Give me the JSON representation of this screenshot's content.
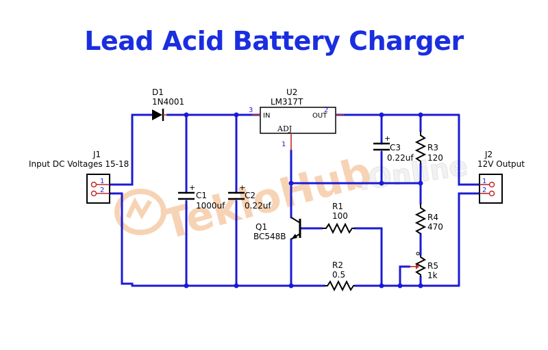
{
  "title": "Lead Acid Battery Charger",
  "watermark": {
    "brand": "TekloHub",
    "suffix": ".Online"
  },
  "colors": {
    "title": "#1a2ee0",
    "wire": "#1a1ad6",
    "lead": "#c0282a",
    "watermark": "#f1b07a"
  },
  "components": {
    "j1": {
      "ref": "J1",
      "label": "Input DC Voltages 15-18",
      "pin1": "1",
      "pin2": "2"
    },
    "j2": {
      "ref": "J2",
      "label": "12V Output",
      "pin1": "1",
      "pin2": "2"
    },
    "d1": {
      "ref": "D1",
      "value": "1N4001"
    },
    "u2": {
      "ref": "U2",
      "value": "LM317T",
      "in": "IN",
      "out": "OUT",
      "adj": "ADJ",
      "pin_in": "3",
      "pin_out": "2",
      "pin_adj": "1"
    },
    "c1": {
      "ref": "C1",
      "value": "1000uf"
    },
    "c2": {
      "ref": "C2",
      "value": "0.22uf"
    },
    "c3": {
      "ref": "C3",
      "value": "0.22uf"
    },
    "r1": {
      "ref": "R1",
      "value": "100"
    },
    "r2": {
      "ref": "R2",
      "value": "0.5"
    },
    "r3": {
      "ref": "R3",
      "value": "120"
    },
    "r4": {
      "ref": "R4",
      "value": "470"
    },
    "r5": {
      "ref": "R5",
      "value": "1k"
    },
    "q1": {
      "ref": "Q1",
      "value": "BC548B"
    }
  }
}
